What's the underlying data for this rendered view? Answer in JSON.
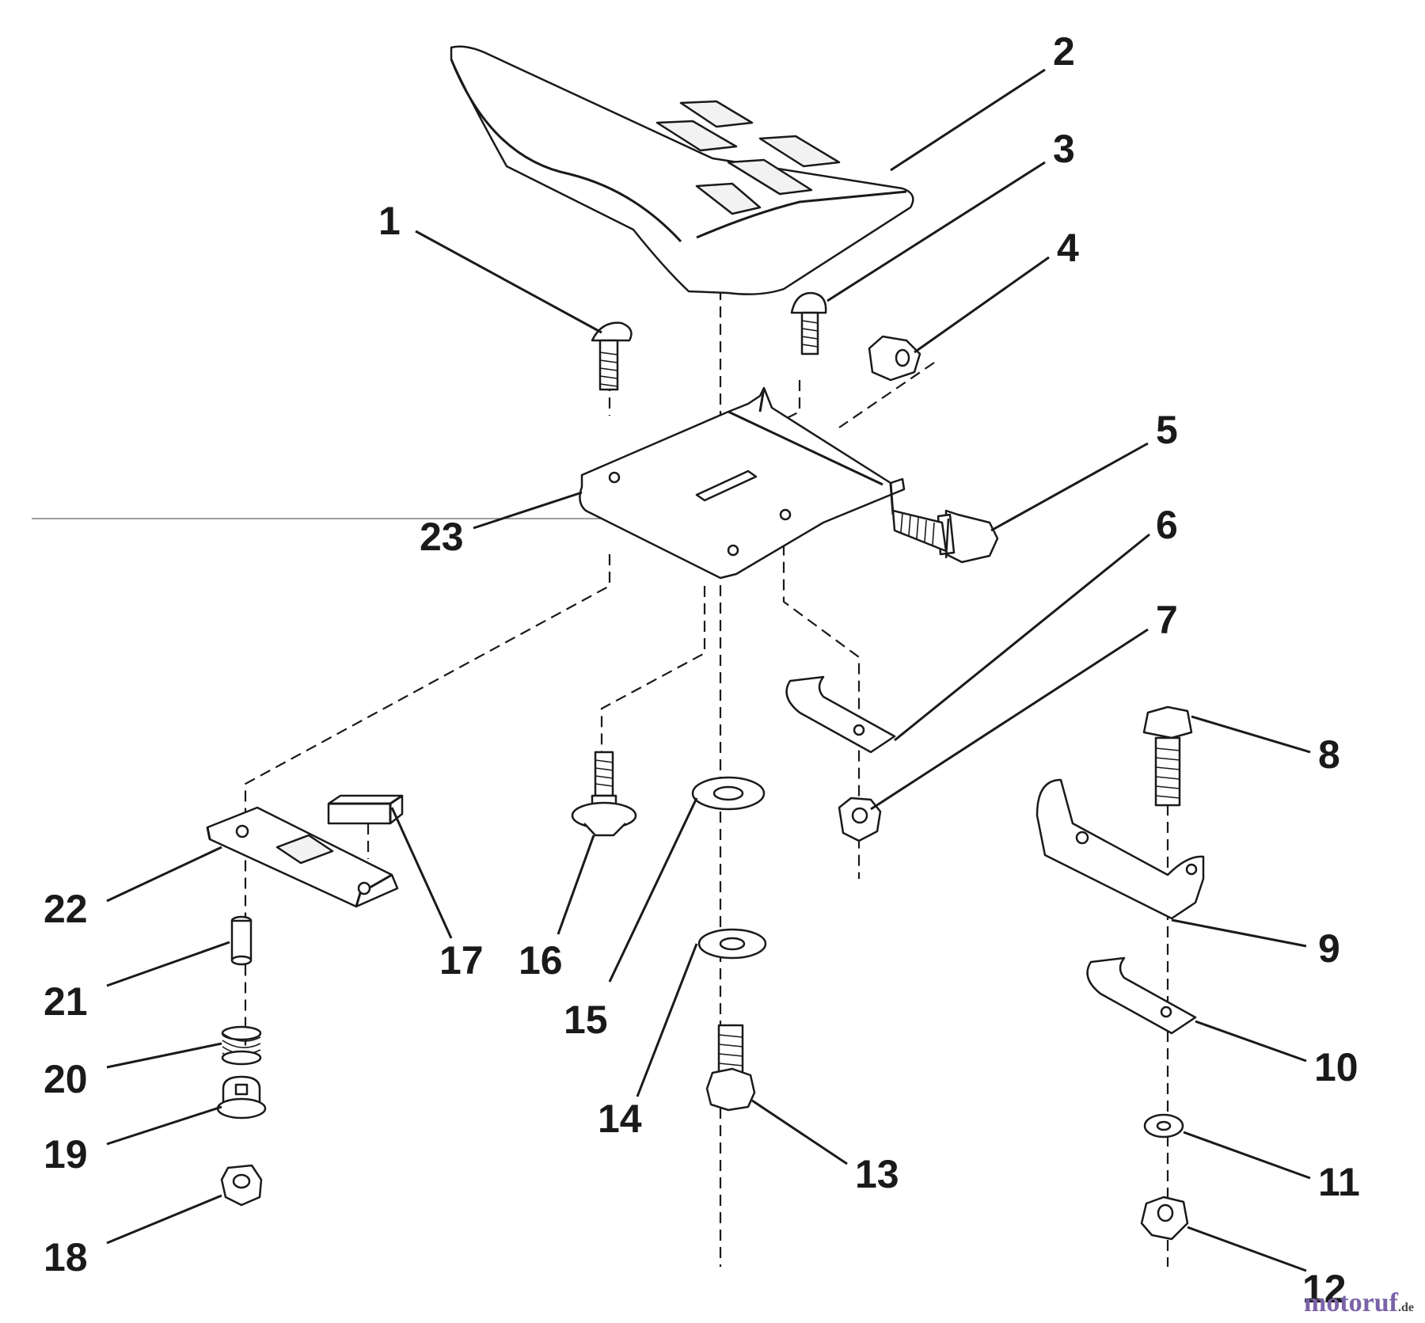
{
  "labels": {
    "l1": "1",
    "l2": "2",
    "l3": "3",
    "l4": "4",
    "l5": "5",
    "l6": "6",
    "l7": "7",
    "l8": "8",
    "l9": "9",
    "l10": "10",
    "l11": "11",
    "l12": "12",
    "l13": "13",
    "l14": "14",
    "l15": "15",
    "l16": "16",
    "l17": "17",
    "l18": "18",
    "l19": "19",
    "l20": "20",
    "l21": "21",
    "l22": "22",
    "l23": "23"
  },
  "watermark": {
    "main": "motoruf",
    "tld": ".de"
  }
}
